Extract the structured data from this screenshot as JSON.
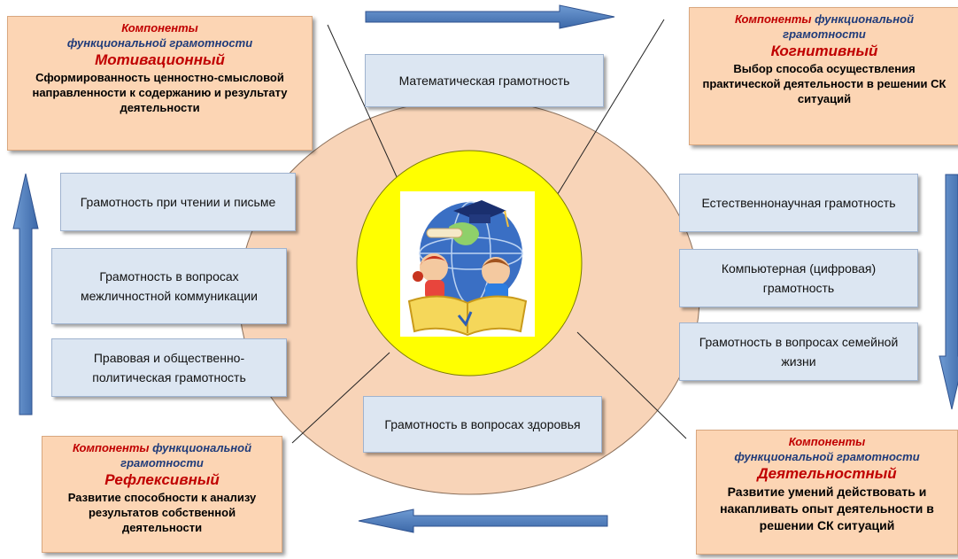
{
  "colors": {
    "component_bg": "#fcd5b4",
    "literacy_bg": "#dce6f2",
    "center_circle": "#ffff00",
    "outer_circle": "#f8d4b8",
    "arrow": "#4f81bd",
    "component_heading": "#c00000"
  },
  "components": [
    {
      "id": "motivational",
      "prefix": "Компоненты",
      "heading": "функциональной грамотности",
      "name": "Мотивационный",
      "description": "Сформированность ценностно-смысловой направленности к содержанию и результату деятельности"
    },
    {
      "id": "cognitive",
      "prefix": "Компоненты",
      "heading": "функциональной грамотности",
      "name": "Когнитивный",
      "description": "Выбор способа осуществления практической деятельности в решении СК ситуаций"
    },
    {
      "id": "reflexive",
      "prefix": "Компоненты",
      "heading": "функциональной грамотности",
      "name": "Рефлексивный",
      "description": "Развитие способности к анализу результатов собственной деятельности"
    },
    {
      "id": "activity",
      "prefix": "Компоненты",
      "heading": "функциональной грамотности",
      "name": "Деятельностный",
      "description": "Развитие умений действовать и накапливать опыт деятельности в решении СК ситуаций"
    }
  ],
  "literacies": [
    "Математическая грамотность",
    "Грамотность при чтении и письме",
    "Грамотность в вопросах межличностной коммуникации",
    "Правовая и общественно-политическая грамотность",
    "Естественнонаучная грамотность",
    "Компьютерная (цифровая) грамотность",
    "Грамотность в вопросах семейной жизни",
    "Грамотность в вопросах здоровья"
  ],
  "center_image": "children-with-globe-and-book-illustration"
}
